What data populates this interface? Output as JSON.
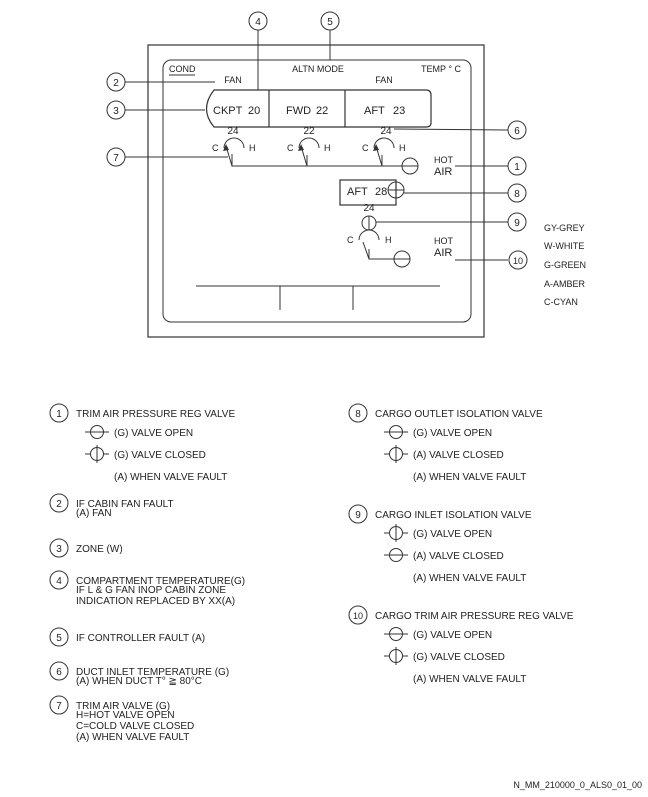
{
  "display": {
    "cond": "COND",
    "altn_mode": "ALTN MODE",
    "temp_unit": "TEMP ° C",
    "fan_left": "FAN",
    "fan_right": "FAN",
    "zones": [
      {
        "name": "CKPT",
        "temp": "20",
        "duct": "24"
      },
      {
        "name": "FWD",
        "temp": "22",
        "duct": "22"
      },
      {
        "name": "AFT",
        "temp": "23",
        "duct": "24"
      }
    ],
    "valve_c": "C",
    "valve_h": "H",
    "hot_air": [
      "HOT",
      "AIR"
    ],
    "cargo": {
      "name": "AFT",
      "temp": "28",
      "duct": "24"
    },
    "hot_air_cargo": [
      "HOT",
      "AIR"
    ]
  },
  "callouts": [
    "1",
    "2",
    "3",
    "4",
    "5",
    "6",
    "7",
    "8",
    "9",
    "10"
  ],
  "color_key": [
    "GY-GREY",
    "W-WHITE",
    "G-GREEN",
    "A-AMBER",
    "C-CYAN"
  ],
  "legend_left": [
    {
      "num": "1",
      "title": "TRIM AIR PRESSURE REG VALVE",
      "lines": [
        {
          "icon": "valve-open-horizontal",
          "text": "(G) VALVE OPEN"
        },
        {
          "icon": "valve-closed-vertical",
          "text": "(G) VALVE CLOSED"
        },
        {
          "icon": "",
          "text": "(A) WHEN VALVE FAULT"
        }
      ]
    },
    {
      "num": "2",
      "title": "IF CABIN FAN FAULT",
      "lines": [
        {
          "icon": "",
          "text": "(A) FAN"
        }
      ]
    },
    {
      "num": "3",
      "title": "ZONE (W)",
      "lines": []
    },
    {
      "num": "4",
      "title": "COMPARTMENT TEMPERATURE(G)",
      "lines": [
        {
          "icon": "",
          "text": "IF L & G FAN INOP CABIN ZONE"
        },
        {
          "icon": "",
          "text": "INDICATION REPLACED BY XX(A)"
        }
      ]
    },
    {
      "num": "5",
      "title": "IF CONTROLLER FAULT (A)",
      "lines": []
    },
    {
      "num": "6",
      "title": "DUCT INLET TEMPERATURE (G)",
      "lines": [
        {
          "icon": "",
          "text": "(A) WHEN DUCT T°  ≧ 80°C"
        }
      ]
    },
    {
      "num": "7",
      "title": "TRIM AIR VALVE (G)",
      "lines": [
        {
          "icon": "",
          "text": "H=HOT VALVE OPEN"
        },
        {
          "icon": "",
          "text": "C=COLD VALVE CLOSED"
        },
        {
          "icon": "",
          "text": "(A) WHEN VALVE FAULT"
        }
      ]
    }
  ],
  "legend_right": [
    {
      "num": "8",
      "title": "CARGO OUTLET ISOLATION VALVE",
      "lines": [
        {
          "icon": "valve-open-horizontal",
          "text": "(G) VALVE OPEN"
        },
        {
          "icon": "valve-closed-vertical",
          "text": "(A) VALVE CLOSED"
        },
        {
          "icon": "",
          "text": "(A) WHEN VALVE FAULT"
        }
      ]
    },
    {
      "num": "9",
      "title": "CARGO INLET ISOLATION VALVE",
      "lines": [
        {
          "icon": "valve-open-vertical",
          "text": "(G) VALVE OPEN"
        },
        {
          "icon": "valve-closed-horizontal",
          "text": "(A) VALVE CLOSED"
        },
        {
          "icon": "",
          "text": "(A) WHEN VALVE FAULT"
        }
      ]
    },
    {
      "num": "10",
      "title": "CARGO TRIM AIR PRESSURE REG VALVE",
      "lines": [
        {
          "icon": "valve-open-horizontal",
          "text": "(G) VALVE OPEN"
        },
        {
          "icon": "valve-closed-vertical",
          "text": "(G) VALVE CLOSED"
        },
        {
          "icon": "",
          "text": "(A) WHEN VALVE FAULT"
        }
      ]
    }
  ],
  "footer_ref": "N_MM_210000_0_ALS0_01_00"
}
